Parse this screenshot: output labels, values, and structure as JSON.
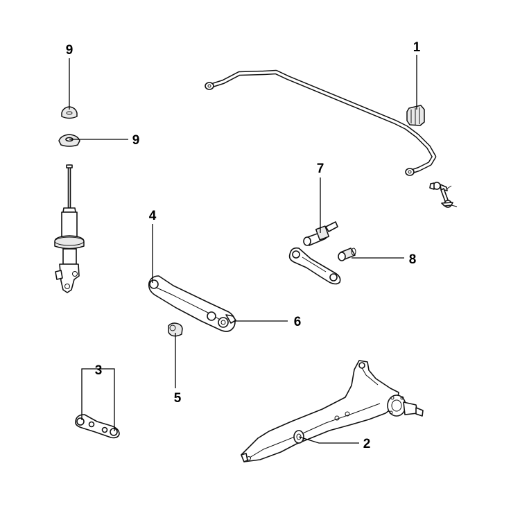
{
  "callouts": {
    "c1": "1",
    "c2": "2",
    "c3": "3",
    "c4": "4",
    "c5": "5",
    "c6": "6",
    "c7": "7",
    "c8": "8",
    "c9a": "9",
    "c9b": "9"
  }
}
